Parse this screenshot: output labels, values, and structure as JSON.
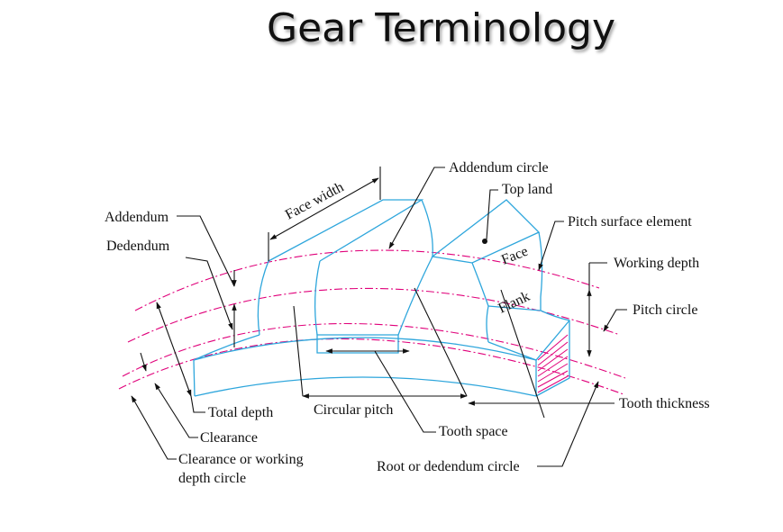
{
  "title": "Gear Terminology",
  "colors": {
    "gear_outline": "#2ea6dc",
    "reference_circles": "#e0007a",
    "leader_lines": "#111111"
  },
  "labels": {
    "addendum": "Addendum",
    "dedendum": "Dedendum",
    "face_width": "Face width",
    "addendum_circle": "Addendum circle",
    "top_land": "Top land",
    "pitch_surface_element": "Pitch surface element",
    "face": "Face",
    "working_depth": "Working depth",
    "flank": "Flank",
    "pitch_circle": "Pitch circle",
    "tooth_thickness": "Tooth thickness",
    "total_depth": "Total depth",
    "circular_pitch": "Circular pitch",
    "clearance": "Clearance",
    "tooth_space": "Tooth space",
    "clearance_or_working_depth_circle_line1": "Clearance or working",
    "clearance_or_working_depth_circle_line2": "depth circle",
    "root_or_dedendum_circle": "Root or dedendum circle"
  }
}
